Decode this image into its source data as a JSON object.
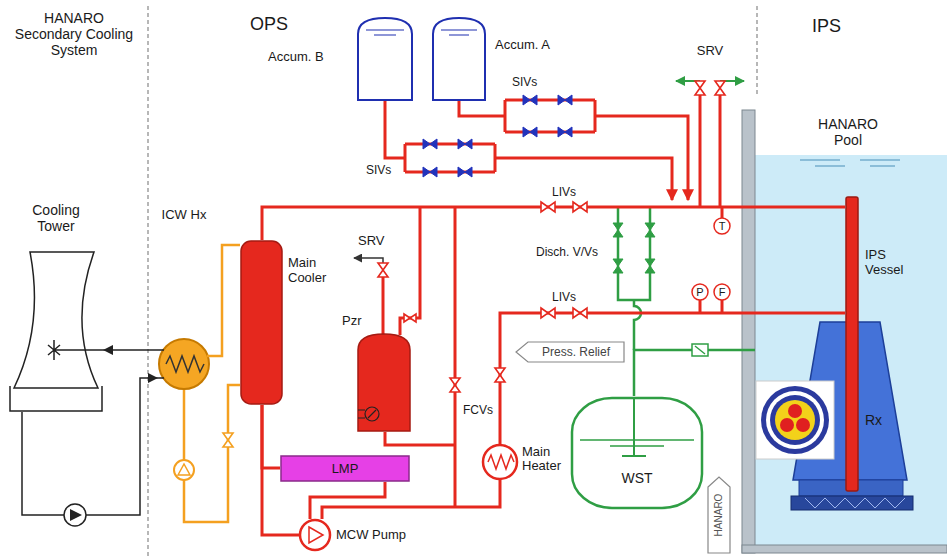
{
  "diagram": {
    "nodes": [
      {
        "text": [
          "Accum. B"
        ]
      },
      {
        "text": [
          "Accum. A"
        ]
      },
      {
        "text": [
          "HANARO Pool"
        ]
      },
      {
        "text": [
          "IPS Vessel"
        ],
        "in": 2
      },
      {
        "text": [
          "Cooling Tower"
        ]
      },
      {
        "text": [
          "ICW Hx"
        ]
      },
      {
        "text": [
          "Main Cooler"
        ]
      },
      {
        "text": [
          "T"
        ]
      },
      {
        "text": [
          "P"
        ]
      },
      {
        "text": [
          "F"
        ]
      },
      {
        "text": [
          "Pzr"
        ]
      },
      {
        "text": [
          "Rx"
        ],
        "in": 2
      },
      {
        "text": [
          "Press. Relief"
        ]
      },
      {
        "text": [
          "LMP"
        ]
      },
      {
        "text": [
          "Main Heater"
        ]
      },
      {
        "text": [
          "WST"
        ]
      },
      {
        "text": [
          "MCW Pump"
        ]
      },
      {
        "text": [
          "HANARO"
        ]
      }
    ],
    "edges": [
      {
        "from": 5,
        "to": 4,
        "arrow": "to"
      },
      {
        "from": 4,
        "to": 5,
        "arrow": "to"
      },
      {
        "from": 5,
        "to": 6,
        "arrow": "none"
      },
      {
        "from": 6,
        "to": 5,
        "arrow": "none"
      },
      {
        "from": 3,
        "to": 6,
        "arrow": "none"
      },
      {
        "from": 6,
        "to": 13,
        "arrow": "none"
      },
      {
        "from": 6,
        "to": 16,
        "arrow": "none"
      },
      {
        "from": 13,
        "to": 16,
        "arrow": "none"
      },
      {
        "from": 16,
        "to": 14,
        "arrow": "none"
      },
      {
        "from": 14,
        "to": 3,
        "arrow": "none"
      },
      {
        "from": 15,
        "to": 2,
        "arrow": "none"
      }
    ],
    "labels": [
      "HANARO Secondary Cooling System",
      "OPS",
      "IPS",
      "SRV",
      "SIVs",
      "SIVs",
      "LIVs",
      "SRV",
      "Disch. V/Vs",
      "LIVs",
      "FCVs"
    ]
  }
}
